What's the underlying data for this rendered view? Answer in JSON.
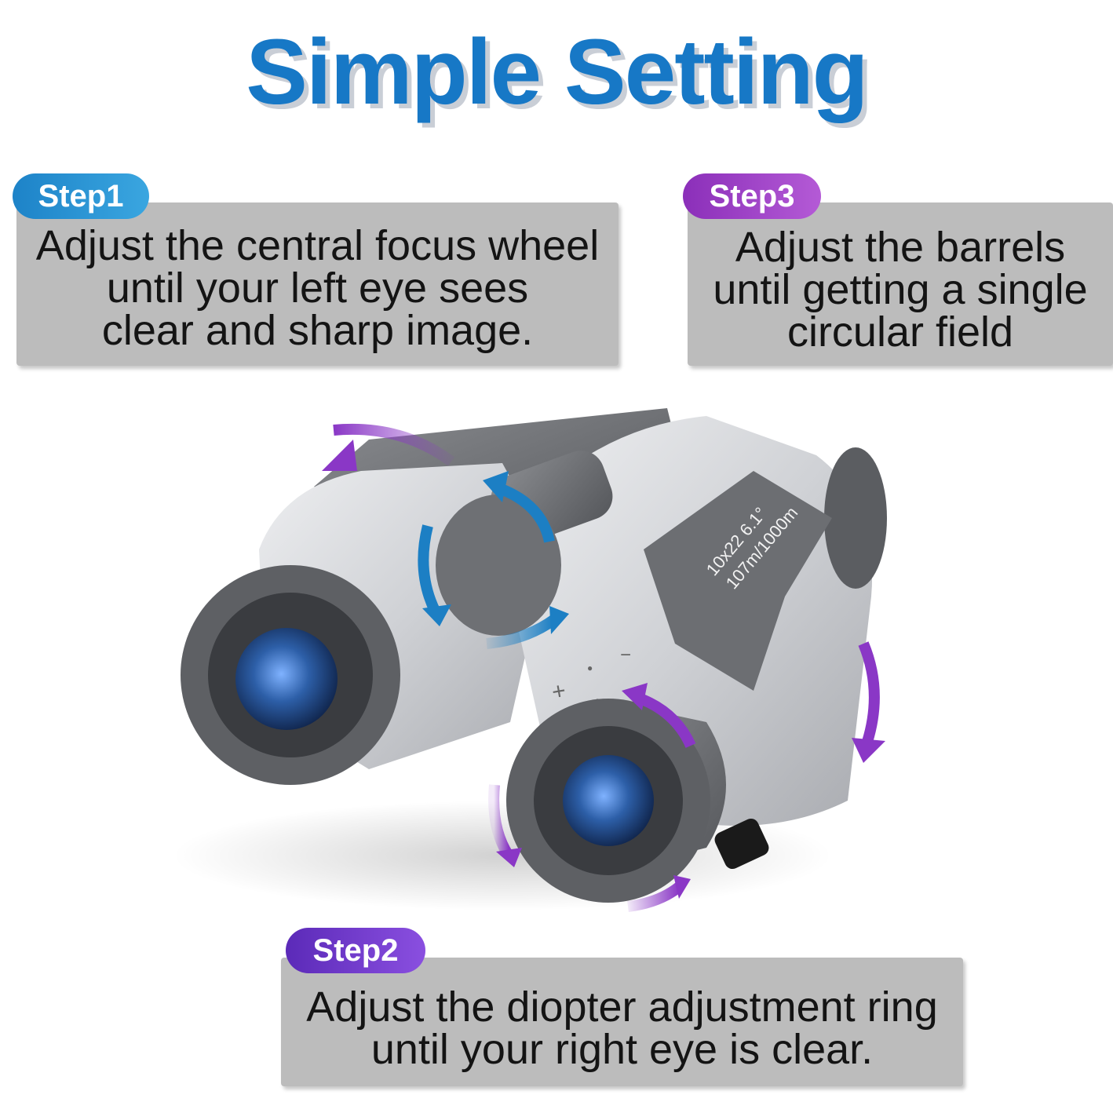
{
  "title": "Simple Setting",
  "steps": [
    {
      "badge": "Step1",
      "text": "Adjust the central focus wheel\nuntil your left eye sees\nclear and sharp image.",
      "color_start": "#1d83c8",
      "color_end": "#3aa6e0"
    },
    {
      "badge": "Step3",
      "text": "Adjust the barrels\nuntil getting a single\ncircular field",
      "color_start": "#8b2fb9",
      "color_end": "#b45ad6"
    },
    {
      "badge": "Step2",
      "text": "Adjust the diopter adjustment ring\nuntil your right eye is clear.",
      "color_start": "#5b2ab8",
      "color_end": "#8a4fe0"
    }
  ],
  "binoculars": {
    "spec_line1": "10x22 6.1°",
    "spec_line2": "107m/1000m",
    "diopter_plus": "+",
    "diopter_minus": "−",
    "diopter_zero": "●"
  },
  "colors": {
    "title": "#1778c6",
    "title_shadow": "#c9ced6",
    "card_bg": "#bcbcbc",
    "arrow_blue": "#1c7fc4",
    "arrow_purple": "#8a37c6",
    "body_silver": "#d6d8dc",
    "body_dark": "#6c6e72",
    "lens_blue": "#2d5fa8"
  }
}
